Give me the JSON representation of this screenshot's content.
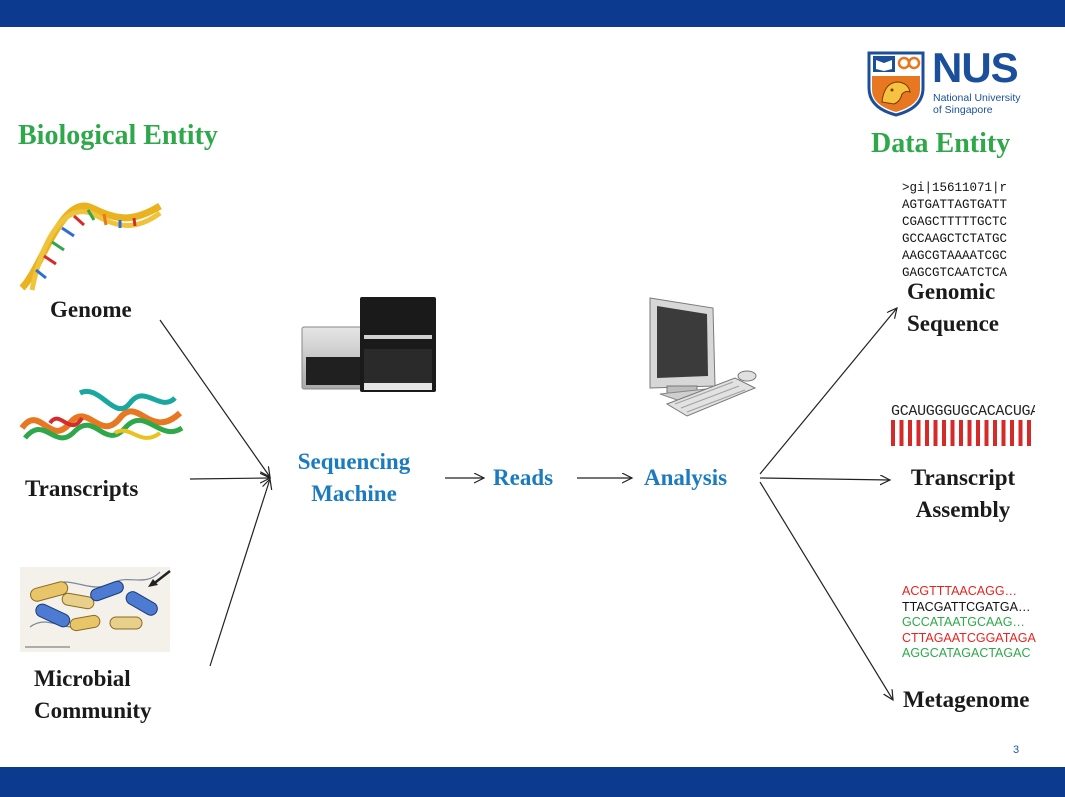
{
  "header": {
    "left_title": "Biological Entity",
    "right_title": "Data Entity"
  },
  "logo": {
    "name": "NUS",
    "line1": "National University",
    "line2": "of Singapore"
  },
  "biological": {
    "genome": "Genome",
    "transcripts": "Transcripts",
    "microbial_1": "Microbial",
    "microbial_2": "Community"
  },
  "process": {
    "machine_1": "Sequencing",
    "machine_2": "Machine",
    "reads": "Reads",
    "analysis": "Analysis"
  },
  "data_entities": {
    "genomic_1": "Genomic",
    "genomic_2": "Sequence",
    "transcript_1": "Transcript",
    "transcript_2": "Assembly",
    "metagenome": "Metagenome"
  },
  "fasta_lines": [
    ">gi|15611071|r",
    "AGTGATTAGTGATT",
    "CGAGCTTTTTGCTC",
    "GCCAAGCTCTATGC",
    "AAGCGTAAAATCGC",
    "GAGCGTCAATCTCA"
  ],
  "rna_sequence": "GCAUGGGUGCACACUGA",
  "reads_list": [
    {
      "text": "ACGTTTAACAGG…",
      "color": "#e8231e"
    },
    {
      "text": "TTACGATTCGATGA…",
      "color": "#111111"
    },
    {
      "text": "GCCATAATGCAAG…",
      "color": "#2ea84a"
    },
    {
      "text": "CTTAGAATCGGATAGA",
      "color": "#e8231e"
    },
    {
      "text": "AGGCATAGACTAGAC",
      "color": "#2ea84a"
    }
  ],
  "page_number": "3",
  "colors": {
    "band": "#0b3a8f",
    "heading_green": "#2ea84a",
    "process_blue": "#1b7bbf",
    "logo_blue": "#1b4f9c",
    "logo_orange": "#e87722"
  }
}
